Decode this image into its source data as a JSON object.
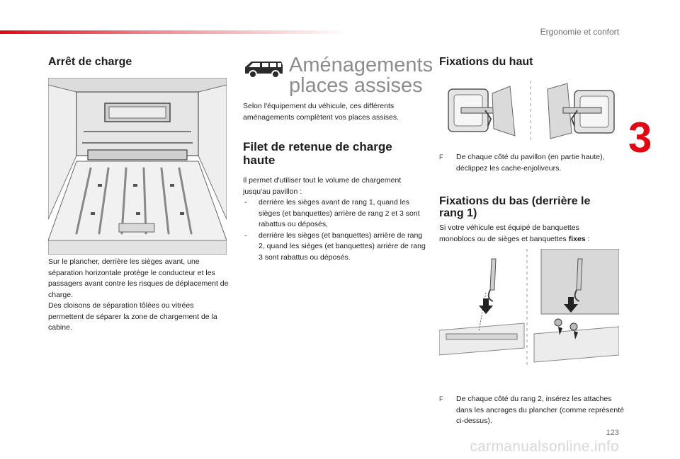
{
  "header": {
    "title": "Ergonomie et confort",
    "chapter_number": "3"
  },
  "left": {
    "heading": "Arrêt de charge",
    "paragraphs": [
      "Sur le plancher, derrière les sièges avant, une séparation horizontale protège le conducteur et les passagers avant contre les risques de déplacement de charge.",
      "Des cloisons de séparation tôlées ou vitrées permettent de séparer la zone de chargement de la cabine."
    ]
  },
  "middle": {
    "section_title_line1": "Aménagements",
    "section_title_line2": "places assises",
    "intro": "Selon l'équipement du véhicule, ces différents aménagements complètent vos places assises.",
    "heading": "Filet de retenue de charge haute",
    "body": "Il permet d'utiliser tout le volume de chargement jusqu'au pavillon :",
    "list": [
      "derrière les sièges avant de rang 1, quand les sièges (et banquettes) arrière de rang 2 et 3 sont rabattus ou déposés,",
      "derrière les sièges (et banquettes) arrière de rang 2, quand les sièges (et banquettes) arrière de rang 3 sont rabattus ou déposés."
    ],
    "dash": "-"
  },
  "right": {
    "heading_top": "Fixations du haut",
    "bullet_top": "De chaque côté du pavillon (en partie haute), déclippez les cache-enjoliveurs.",
    "heading_bottom": "Fixations du bas (derrière le rang 1)",
    "body_bottom_prefix": "Si votre véhicule est équipé de banquettes monoblocs ou de sièges et banquettes ",
    "body_bottom_bold": "fixes",
    "body_bottom_suffix": " :",
    "bullet_bottom": "De chaque côté du rang 2, insérez les attaches dans les ancrages du plancher (comme représenté ci-dessus).",
    "bullet_mark": "F"
  },
  "footer": {
    "page_number": "123",
    "watermark": "carmanualsonline.info"
  },
  "colors": {
    "accent": "#e30613",
    "text": "#1d1d1b",
    "muted": "#8c8c8c"
  }
}
